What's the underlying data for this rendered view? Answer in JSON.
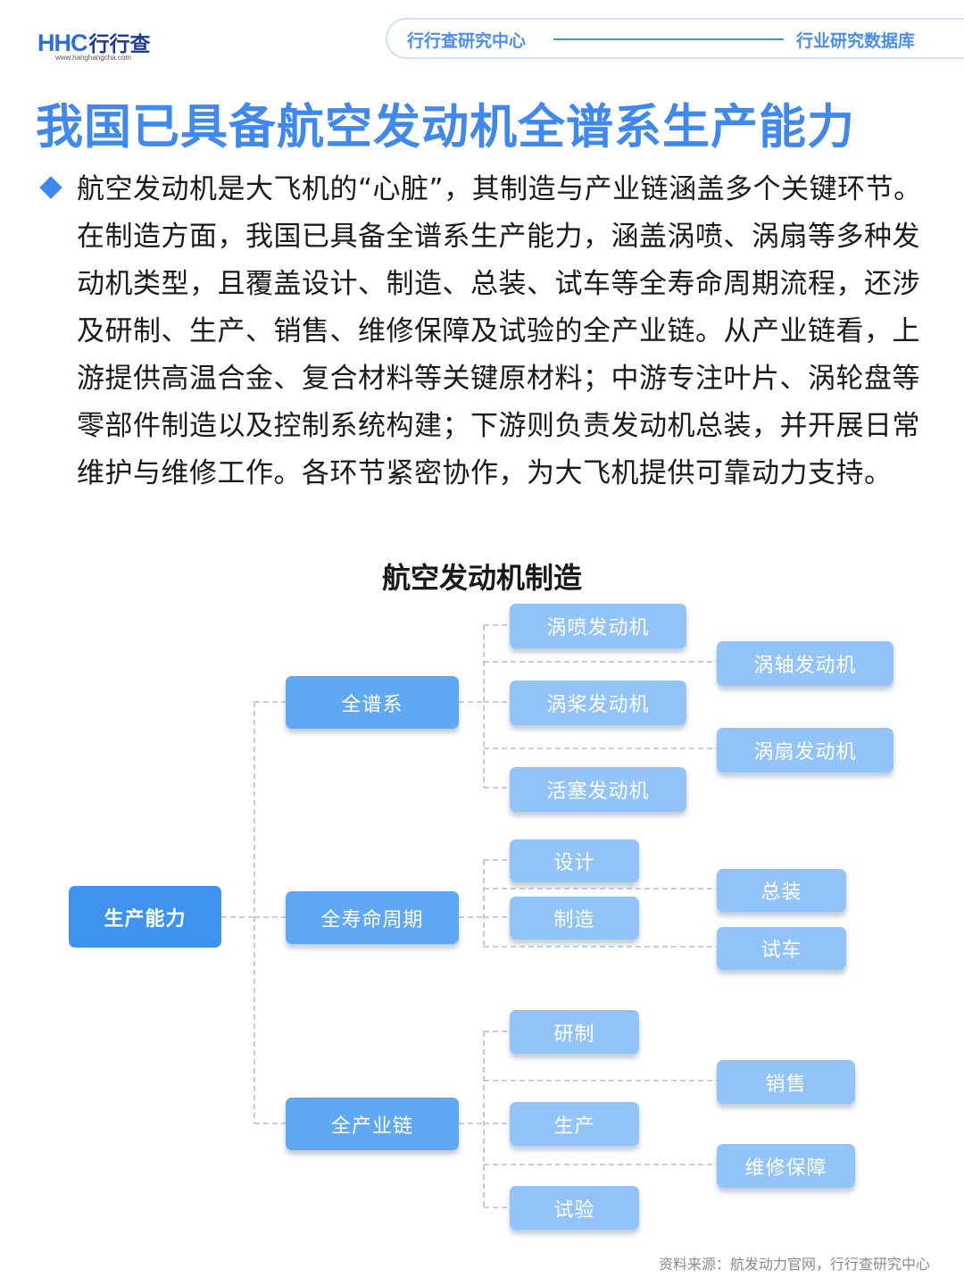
{
  "header": {
    "logo_mark": "HHC",
    "logo_name": "行行查",
    "logo_url": "www.hanghangcha.com",
    "nav_left": "行行查研究中心",
    "nav_right": "行业研究数据库"
  },
  "title": "我国已具备航空发动机全谱系生产能力",
  "body": "航空发动机是大飞机的“心脏”，其制造与产业链涵盖多个关键环节。在制造方面，我国已具备全谱系生产能力，涵盖涡喷、涡扇等多种发动机类型，且覆盖设计、制造、总装、试车等全寿命周期流程，还涉及研制、生产、销售、维修保障及试验的全产业链。从产业链看，上游提供高温合金、复合材料等关键原材料；中游专注叶片、涡轮盘等零部件制造以及控制系统构建；下游则负责发动机总装，并开展日常维护与维修工作。各环节紧密协作，为大飞机提供可靠动力支持。",
  "diagram": {
    "title": "航空发动机制造",
    "root": "生产能力",
    "branches": [
      {
        "label": "全谱系",
        "children": [
          "涡喷发动机",
          "涡轴发动机",
          "涡桨发动机",
          "涡扇发动机",
          "活塞发动机"
        ]
      },
      {
        "label": "全寿命周期",
        "children": [
          "设计",
          "总装",
          "制造",
          "试车"
        ]
      },
      {
        "label": "全产业链",
        "children": [
          "研制",
          "销售",
          "生产",
          "维修保障",
          "试验"
        ]
      }
    ]
  },
  "source": "资料来源：航发动力官网，行行查研究中心",
  "colors": {
    "accent": "#3f88ee",
    "root_node": "#3f93ee",
    "mid_node": "#5ea8f4",
    "leaf_node": "#92c4f9",
    "connector": "#bdbdbd"
  }
}
